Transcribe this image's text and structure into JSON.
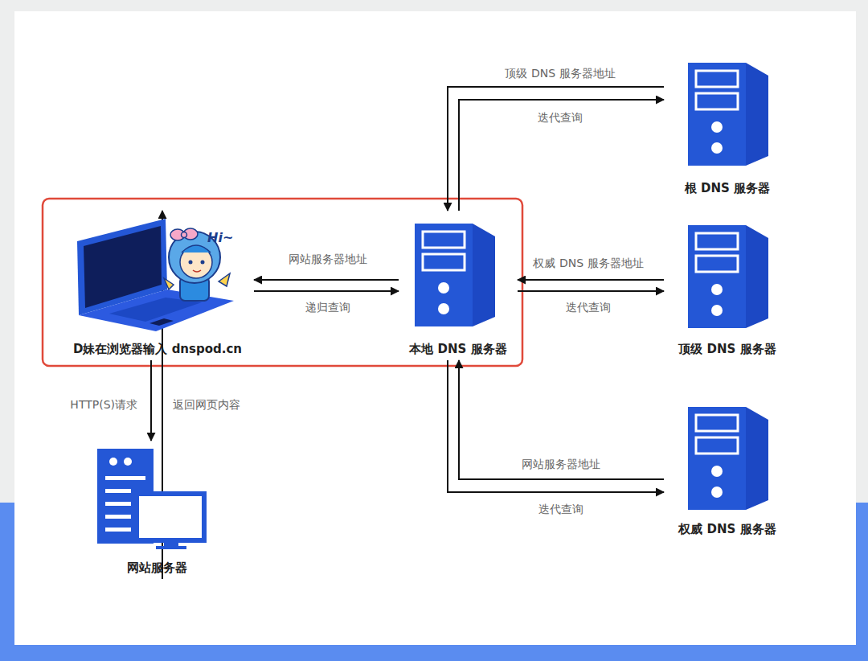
{
  "diagram": {
    "nodes": [
      {
        "text": [
          "D妹在浏览器输入 dnspod.cn"
        ]
      },
      {
        "text": [
          "本地 DNS 服务器"
        ]
      },
      {
        "text": [
          "根 DNS 服务器"
        ]
      },
      {
        "text": [
          "顶级 DNS 服务器"
        ]
      },
      {
        "text": [
          "权威 DNS 服务器"
        ]
      },
      {
        "text": [
          "网站服务器"
        ]
      }
    ],
    "edges": [
      {
        "from": 1,
        "to": 0,
        "label": "网站服务器地址",
        "arrow": "to"
      },
      {
        "from": 0,
        "to": 1,
        "label": "递归查询",
        "arrow": "to"
      },
      {
        "from": 2,
        "to": 1,
        "label": "顶级 DNS 服务器地址",
        "arrow": "to"
      },
      {
        "from": 1,
        "to": 2,
        "label": "迭代查询",
        "arrow": "to"
      },
      {
        "from": 3,
        "to": 1,
        "label": "权威 DNS 服务器地址",
        "arrow": "to"
      },
      {
        "from": 1,
        "to": 3,
        "label": "迭代查询",
        "arrow": "to"
      },
      {
        "from": 4,
        "to": 1,
        "label": "网站服务器地址",
        "arrow": "to"
      },
      {
        "from": 1,
        "to": 4,
        "label": "迭代查询",
        "arrow": "to"
      },
      {
        "from": 0,
        "to": 5,
        "label": "HTTP(S)请求",
        "arrow": "to"
      },
      {
        "from": 5,
        "to": 0,
        "label": "返回网页内容",
        "arrow": "to"
      }
    ],
    "labels": [
      "Hi~"
    ]
  }
}
